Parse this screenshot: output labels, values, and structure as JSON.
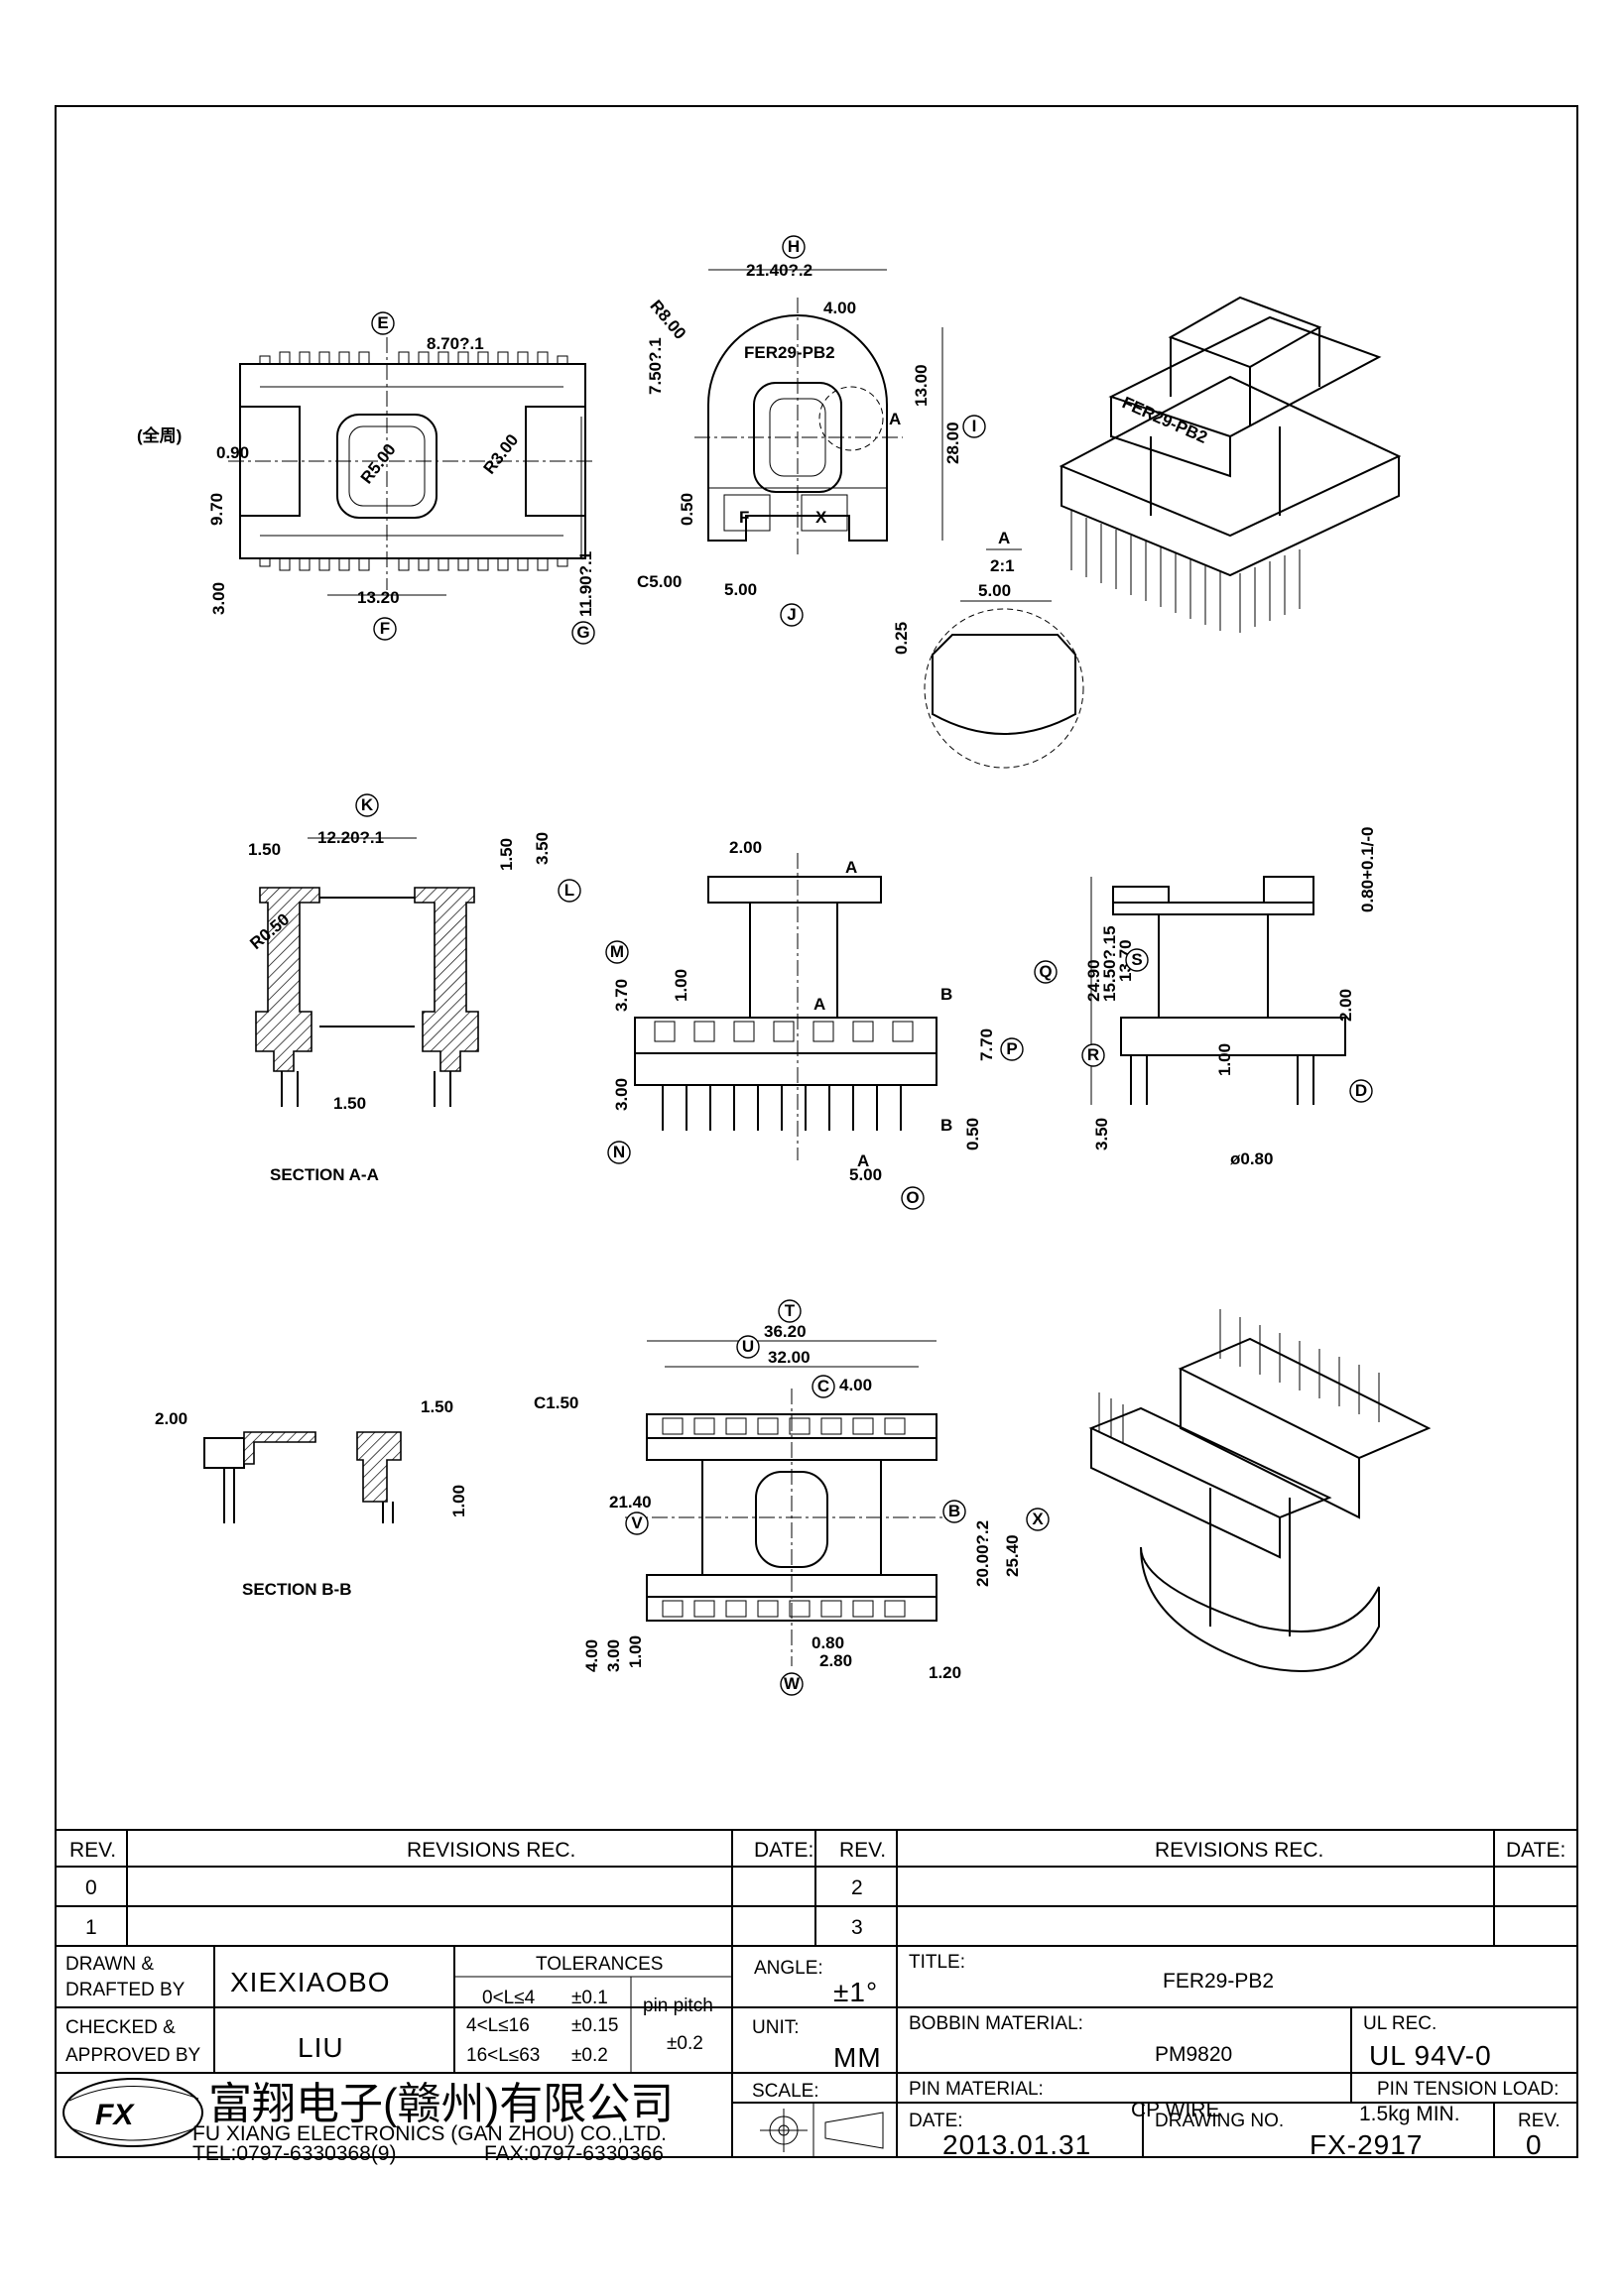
{
  "drawing": {
    "title_text": "FER29-PB2",
    "top_views": {
      "annotation_cn": "(全周)",
      "dims_left": [
        "8.70?.1",
        "0.90",
        "R5.00",
        "R3.00",
        "9.70",
        "3.00",
        "13.20",
        "11.90?.1"
      ],
      "dims_mid": [
        "21.40?.2",
        "4.00",
        "R8.00",
        "7.50?.1",
        "13.00",
        "28.00",
        "0.50",
        "C5.00",
        "5.00"
      ],
      "letters_mid": [
        "F",
        "X"
      ],
      "detail_label": "A",
      "detail_scale": "2:1",
      "detail_dims": [
        "5.00",
        "0.25"
      ]
    },
    "section_aa": {
      "caption": "SECTION A-A",
      "dims": [
        "1.50",
        "12.20?.1",
        "1.50",
        "3.50",
        "R0.50",
        "1.50"
      ]
    },
    "front_view": {
      "dims": [
        "2.00",
        "3.70",
        "1.00",
        "3.00",
        "7.70",
        "0.50",
        "5.00"
      ],
      "section_marks": [
        "A",
        "A",
        "A",
        "B",
        "B"
      ]
    },
    "side_view": {
      "dims": [
        "0.80+0.1/-0",
        "24.90",
        "15.50?.15",
        "13.70",
        "2.00",
        "1.00",
        "3.50",
        "ø0.80"
      ]
    },
    "section_bb": {
      "caption": "SECTION B-B",
      "dims": [
        "2.00",
        "1.50",
        "1.00"
      ]
    },
    "bottom_view": {
      "dims": [
        "36.20",
        "32.00",
        "4.00",
        "C1.50",
        "21.40",
        "20.00?.2",
        "25.40",
        "4.00",
        "3.00",
        "1.00",
        "0.80",
        "2.80",
        "1.20"
      ]
    },
    "circled_labels": [
      "H",
      "E",
      "I",
      "J",
      "F",
      "G",
      "K",
      "L",
      "M",
      "N",
      "O",
      "P",
      "Q",
      "R",
      "S",
      "D",
      "T",
      "U",
      "C",
      "V",
      "B",
      "X",
      "W"
    ]
  },
  "title_block": {
    "headers": {
      "rev": "REV.",
      "revisions": "REVISIONS  REC.",
      "date": "DATE:",
      "rev2": "REV.",
      "revisions2": "REVISIONS  REC.",
      "date2": "DATE:"
    },
    "rev_rows": [
      "0",
      "1"
    ],
    "rev_rows_right": [
      "2",
      "3"
    ],
    "drawn_label": "DRAWN &\nDRAFTED BY",
    "drawn_label_1": "DRAWN &",
    "drawn_label_2": "DRAFTED BY",
    "drawn_by": "XIEXIAOBO",
    "checked_label_1": "CHECKED &",
    "checked_label_2": "APPROVED BY",
    "checked_by": "LIU",
    "tolerances_label": "TOLERANCES",
    "tolerances": [
      {
        "range": "0<L≤4",
        "value": "±0.1"
      },
      {
        "range": "4<L≤16",
        "value": "±0.15"
      },
      {
        "range": "16<L≤63",
        "value": "±0.2"
      }
    ],
    "pin_pitch_label": "pin pitch",
    "pin_pitch_value": "±0.2",
    "angle_label": "ANGLE:",
    "angle_value": "±1°",
    "unit_label": "UNIT:",
    "unit_value": "MM",
    "scale_label": "SCALE:",
    "title_label": "TITLE:",
    "title_value": "FER29-PB2",
    "bobbin_material_label": "BOBBIN MATERIAL:",
    "bobbin_material_value": "PM9820",
    "ul_rec_label": "UL REC.",
    "ul_rec_value": "UL 94V-0",
    "pin_material_label": "PIN MATERIAL:",
    "pin_material_value": "CP WIRE",
    "pin_tension_label": "PIN TENSION LOAD:",
    "pin_tension_value": "1.5kg MIN.",
    "date_label": "DATE:",
    "date_value": "2013.01.31",
    "drawing_no_label": "DRAWING NO.",
    "drawing_no_value": "FX-2917",
    "rev_label": "REV.",
    "rev_value": "0",
    "company_cn": "富翔电子(赣州)有限公司",
    "company_en": "FU XIANG ELECTRONICS (GAN ZHOU) CO.,LTD.",
    "tel": "TEL:0797-6330368(9)",
    "fax": "FAX:0797-6330366"
  }
}
